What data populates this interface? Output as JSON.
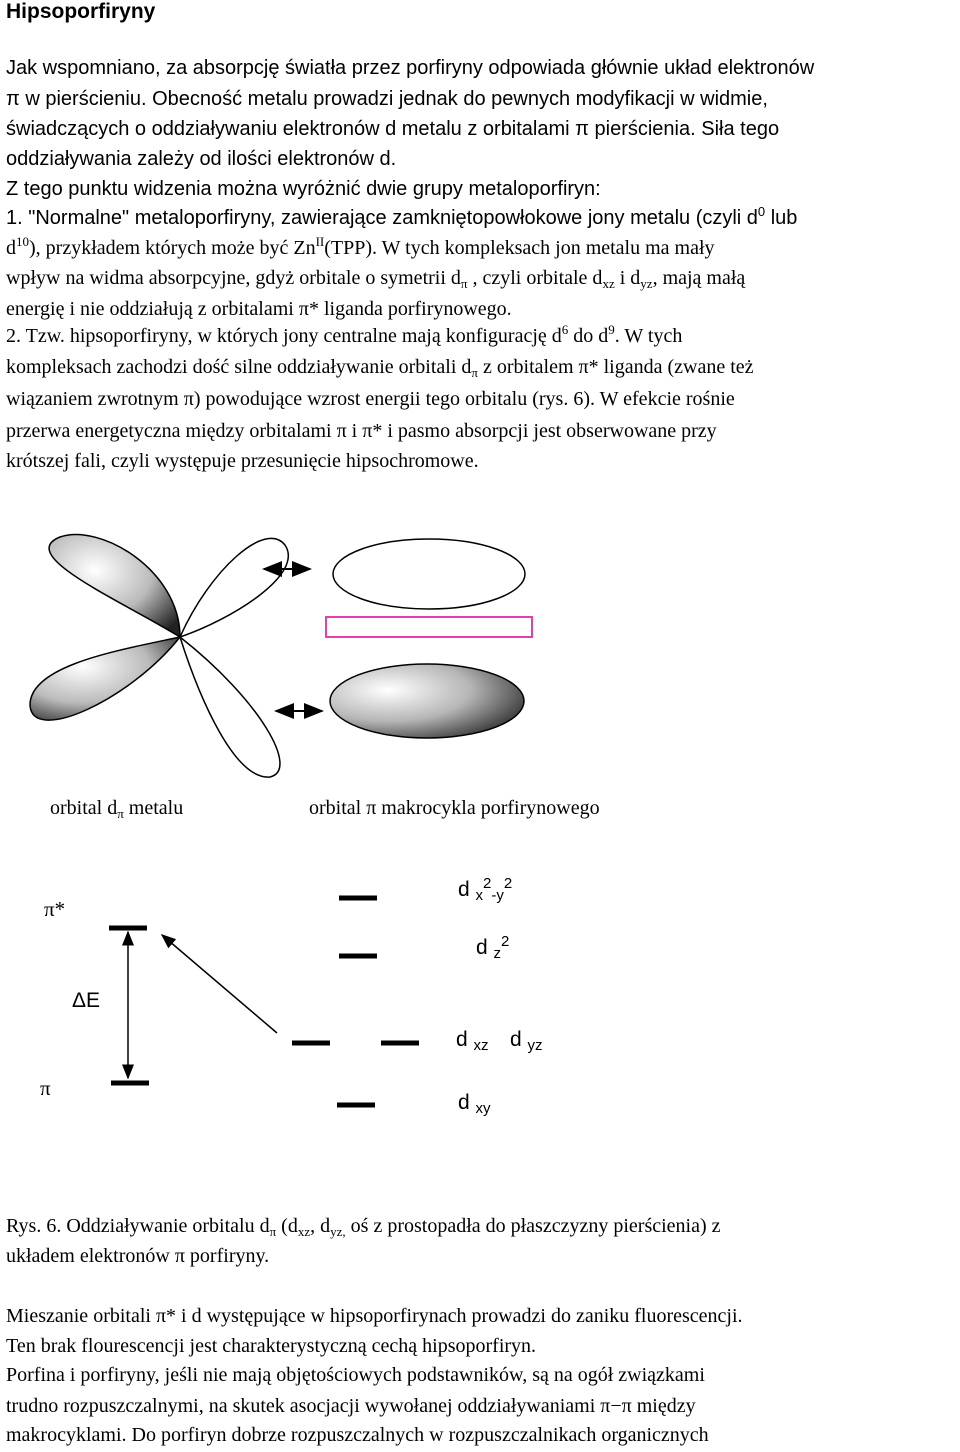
{
  "title": "Hipsoporfiryny",
  "intro": {
    "l1": "Jak wspomniano, za absorpcję światła przez porfiryny odpowiada głównie układ elektronów",
    "l2": "π  w pierścieniu. Obecność metalu prowadzi jednak do pewnych modyfikacji   w widmie,",
    "l3": "świadczących o   oddziaływaniu elektronów d metalu z orbitalami π pierścienia. Siła tego",
    "l4": "oddziaływania zależy od ilości elektronów d.",
    "l5": "Z tego punktu widzenia można wyróżnić dwie grupy metaloporfiryn:"
  },
  "p1": {
    "a1": "1. \"Normalne\" metaloporfiryny, zawierające zamkniętopowłokowe jony metalu (czyli d",
    "a_sup": "0",
    "a2": " lub",
    "b1": "d",
    "b_sup": "10",
    "b2": "), przykładem których może być   Zn",
    "b_sup2": "II",
    "b3": "(TPP).  W tych kompleksach jon metalu ma mały",
    "c1": "wpływ na widma absorpcyjne, gdyż orbitale o symetrii d",
    "c_sub1": "π",
    "c2": " , czyli orbitale d",
    "c_sub2": "xz",
    "c3": " i d",
    "c_sub3": "yz",
    "c4": ", mają małą",
    "d": "energię i nie oddziałują z orbitalami π* liganda porfirynowego."
  },
  "p2": {
    "a1": "2.  Tzw.  hipsoporfiryny,  w  których  jony  centralne  mają  konfigurację  d",
    "a_sup1": "6",
    "a2": "  do  d",
    "a_sup2": "9",
    "a3": ".  W  tych",
    "b1": "kompleksach zachodzi dość silne oddziaływanie orbitali d",
    "b_sub": "π",
    "b2": " z orbitalem π* liganda (zwane też",
    "c": "wiązaniem zwrotnym π) powodujące wzrost energii tego orbitalu (rys. 6). W efekcie rośnie",
    "d": "przerwa   energetyczna między orbitalami    π  i  π*  i pasmo absorpcji jest obserwowane przy",
    "e": "krótszej fali, czyli występuje przesunięcie hipsochromowe."
  },
  "figure_labels": {
    "left_pre": "orbital d",
    "left_sub": "π",
    "left_post": " metalu",
    "right": "orbital π makrocykla porfirynowego"
  },
  "energy_diagram": {
    "pi_star": "π*",
    "delta_e": "ΔE",
    "pi": "π",
    "dx2y2": {
      "base": "d",
      "sub_a": "x",
      "sup_a": "2",
      "sub_b": "-y",
      "sup_b": "2"
    },
    "dz2": {
      "base": "d",
      "sub": "z",
      "sup": "2"
    },
    "dxz": {
      "base": "d",
      "sub": "xz"
    },
    "dyz": {
      "base": "d",
      "sub": "yz"
    },
    "dxy": {
      "base": "d",
      "sub": "xy"
    }
  },
  "caption": {
    "a1": "Rys. 6.  Oddziaływanie orbitalu d",
    "a_sub1": "π",
    "a2": " (d",
    "a_sub2": "xz",
    "a3": ", d",
    "a_sub3": "yz,",
    "a4": " oś z prostopadła do płaszczyzny pierścienia)  z",
    "b": "układem  elektronów π porfiryny."
  },
  "closing": {
    "l1": "Mieszanie orbitali π* i d występujące w hipsoporfirynach  prowadzi do zaniku fluorescencji.",
    "l2": "Ten brak flourescencji jest charakterystyczną cechą hipsoporfiryn.",
    "l3": "Porfina  i  porfiryny,  jeśli  nie  mają  objętościowych  podstawników,  są  na  ogół  związkami",
    "l4": "trudno   rozpuszczalnymi,   na   skutek   asocjacji   wywołanej   oddziaływaniami   π−π   między",
    "l5": "makrocyklami.   Do   porfiryn   dobrze   rozpuszczalnych   w   rozpuszczalnikach   organicznych"
  },
  "colors": {
    "pink_box": "#e040b0",
    "text": "#000000"
  }
}
